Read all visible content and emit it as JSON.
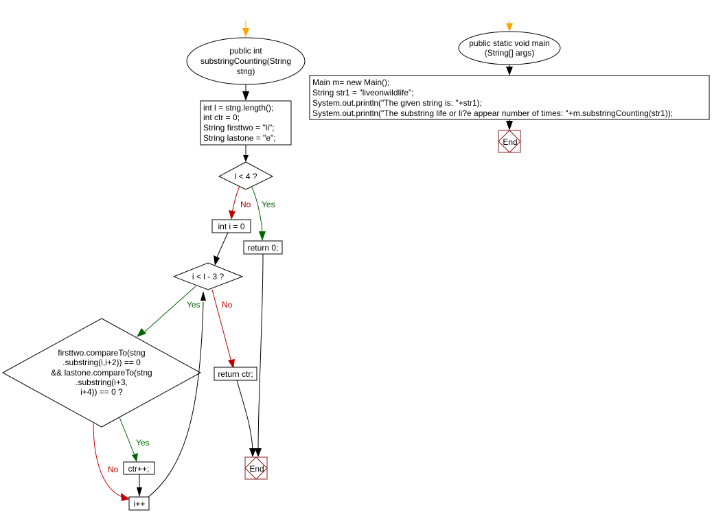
{
  "function1": {
    "start": [
      "public int",
      "substringCounting(String",
      "stng)"
    ],
    "init": [
      "int l = stng.length();",
      "int ctr = 0;",
      "String firsttwo = \"li\";",
      "String lastone = \"e\";"
    ],
    "cond1": "l < 4 ?",
    "init_i": "int i = 0",
    "return0": "return 0;",
    "cond2": "i < l - 3 ?",
    "cond3": [
      "firsttwo.compareTo(stng",
      ".substring(i,i+2)) == 0",
      "&& lastone.compareTo(stng",
      ".substring(i+3,",
      "i+4)) == 0 ?"
    ],
    "ctr_inc": "ctr++;",
    "i_inc": "i++",
    "return_ctr": "return ctr;",
    "end": "End"
  },
  "function2": {
    "start": [
      "public static void main",
      "(String[] args)"
    ],
    "body": [
      "Main m= new Main();",
      "String str1 = \"liveonwildlife\";",
      "System.out.println(\"The given string is: \"+str1);",
      "System.out.println(\"The substring life or li?e appear number of times: \"+m.substringCounting(str1));"
    ],
    "end": "End"
  },
  "labels": {
    "yes": "Yes",
    "no": "No"
  },
  "colors": {
    "yes": "#006400",
    "no": "#c00000",
    "start_arrow": "#ffa500",
    "end_border": "#8b1a1a"
  }
}
